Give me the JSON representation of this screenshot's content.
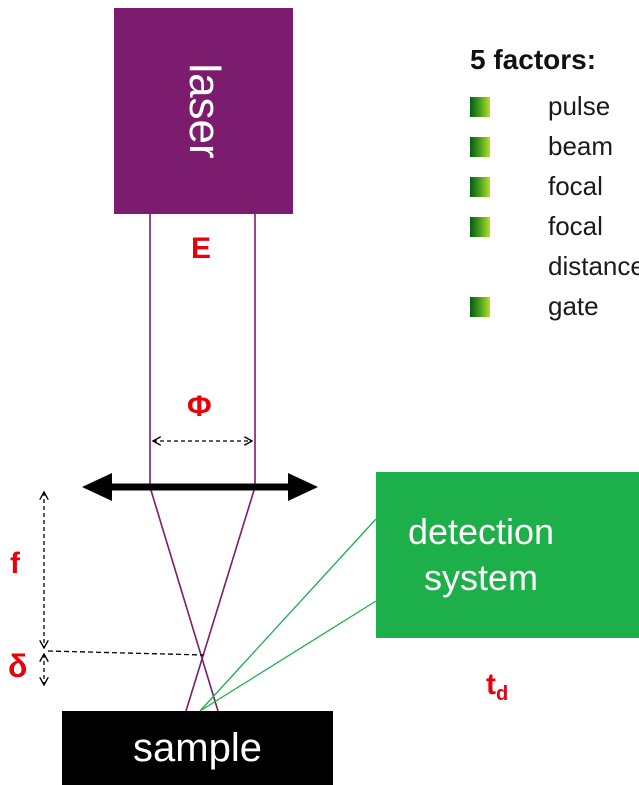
{
  "laser": {
    "label": "laser"
  },
  "sample": {
    "label": "sample"
  },
  "detection": {
    "line1": "detection",
    "line2": "system"
  },
  "labels": {
    "energy": "E",
    "beam_diameter": "Φ",
    "focal_length": "f",
    "focal_offset": "δ",
    "gate_delay_base": "t",
    "gate_delay_sub": "d"
  },
  "factors": {
    "title": "5 factors:",
    "items": [
      {
        "text": "pulse"
      },
      {
        "text": "beam"
      },
      {
        "text": "focal"
      },
      {
        "text": "focal"
      },
      {
        "text": "gate"
      }
    ],
    "continuation": "distance"
  },
  "colors": {
    "laser": "#7b1c6f",
    "detection": "#1db04a",
    "symbol_red": "#e8000b",
    "beam": "#7b1c6f",
    "signal": "#1db04a"
  }
}
